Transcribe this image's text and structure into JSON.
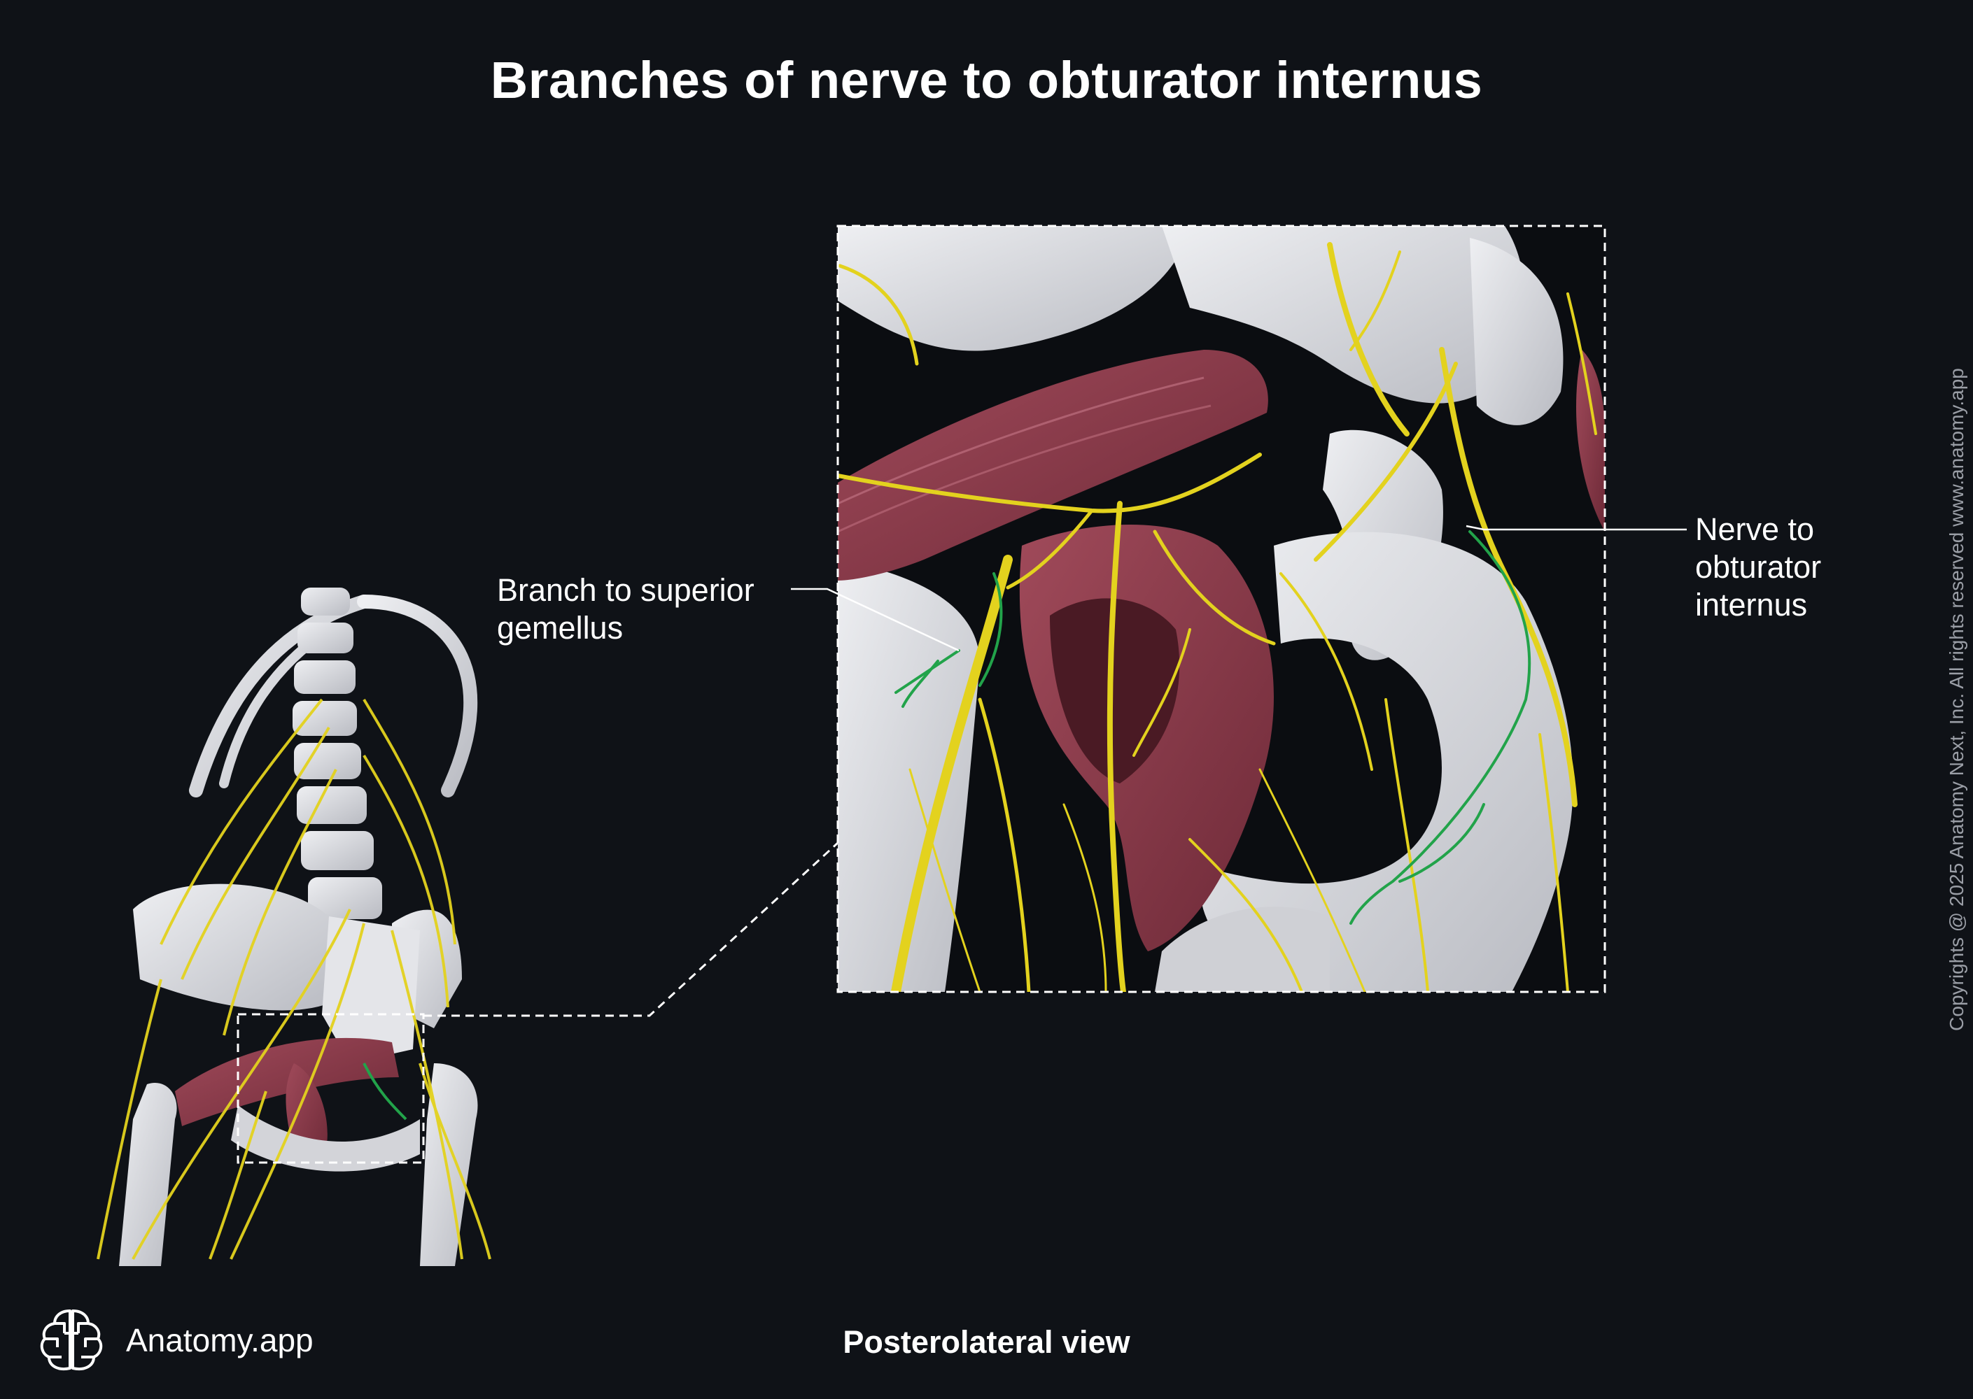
{
  "title": "Branches of nerve to obturator internus",
  "labels": {
    "branch_superior_gemellus": [
      "Branch to superior",
      "gemellus"
    ],
    "nerve_obturator_internus": [
      "Nerve to",
      "obturator",
      "internus"
    ]
  },
  "view_caption": "Posterolateral view",
  "brand": {
    "name": "Anatomy.app",
    "icon": "brain-logo-icon"
  },
  "copyright": "Copyrights @ 2025 Anatomy Next, Inc. All rights reserved www.anatomy.app",
  "colors": {
    "background": "#0f1217",
    "bone": "#dcdde1",
    "nerve": "#e3d21e",
    "branch_nerve": "#22a34a",
    "muscle": "#8a3a4a",
    "text": "#ffffff"
  }
}
